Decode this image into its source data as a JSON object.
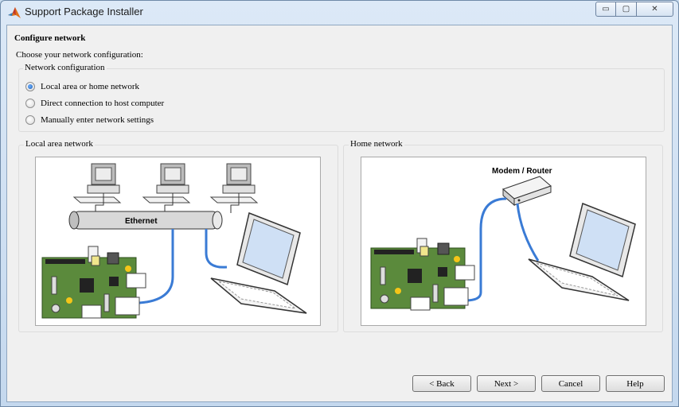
{
  "window": {
    "title": "Support Package Installer",
    "min_symbol": "▭",
    "max_symbol": "▢",
    "close_symbol": "✕"
  },
  "page": {
    "heading": "Configure network",
    "instruction": "Choose your network configuration:"
  },
  "network_config": {
    "legend": "Network configuration",
    "options": [
      {
        "label": "Local area or home network",
        "checked": true
      },
      {
        "label": "Direct connection to host computer",
        "checked": false
      },
      {
        "label": "Manually enter network settings",
        "checked": false
      }
    ]
  },
  "panels": {
    "lan": {
      "legend": "Local area network",
      "ethernet_label": "Ethernet"
    },
    "home": {
      "legend": "Home network",
      "router_label": "Modem / Router"
    }
  },
  "buttons": {
    "back": "< Back",
    "next": "Next >",
    "cancel": "Cancel",
    "help": "Help"
  },
  "colors": {
    "cable": "#3a7bd5",
    "board": "#5b8a3c",
    "selected_radio": "#1c5fb5"
  },
  "icons": [
    "matlab-icon",
    "desktop-computer-icon",
    "laptop-icon",
    "raspberry-pi-board-icon",
    "router-icon"
  ]
}
